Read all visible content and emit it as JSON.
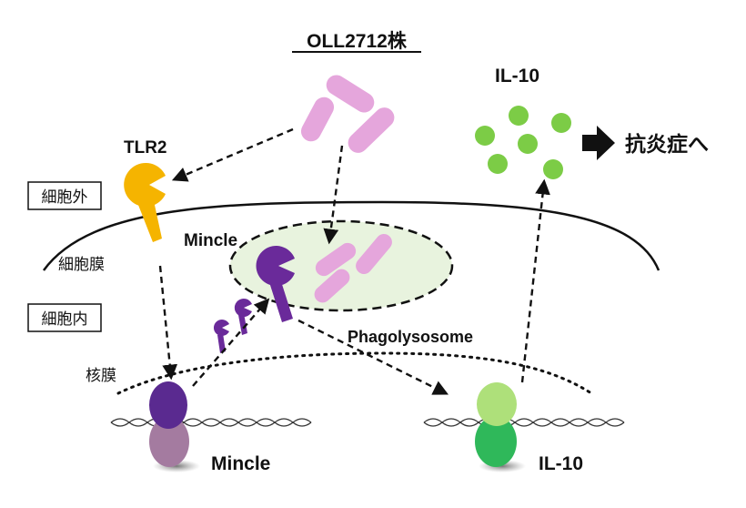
{
  "title": "OLL2712株",
  "labels": {
    "tlr2": "TLR2",
    "mincle_receptor": "Mincle",
    "phagolysosome": "Phagolysosome",
    "il10_secreted": "IL-10",
    "anti_inflammatory": "抗炎症へ",
    "extracellular": "細胞外",
    "cell_membrane": "細胞膜",
    "intracellular": "細胞内",
    "nuclear_membrane": "核膜",
    "mincle_gene": "Mincle",
    "il10_gene": "IL-10"
  },
  "colors": {
    "bacteria": "#e5a6dc",
    "tlr2": "#f5b400",
    "mincle": "#6a2a9a",
    "il10_dot": "#7ccc46",
    "phagolysosome_fill": "#e8f3de",
    "mincle_gene_top": "#5a2a90",
    "mincle_gene_bottom": "#a47ba0",
    "il10_gene_top": "#aee07a",
    "il10_gene_bottom": "#2fb85a"
  }
}
